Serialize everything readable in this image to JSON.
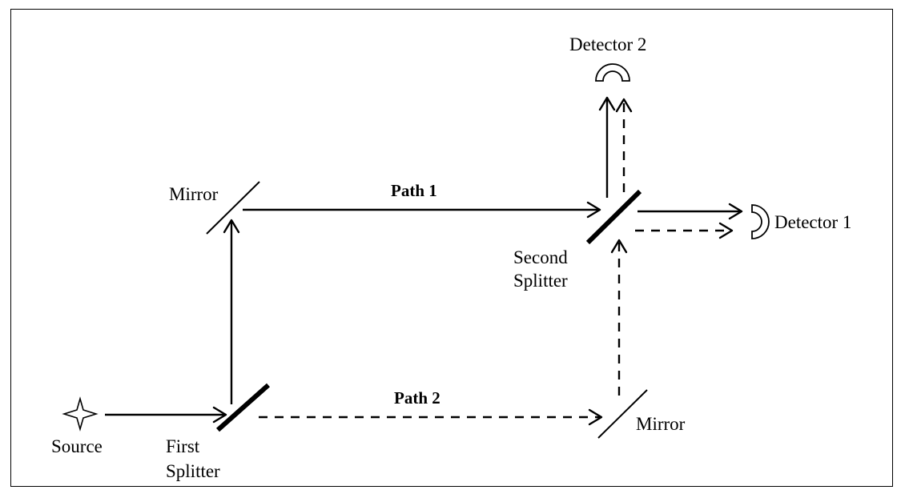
{
  "labels": {
    "source": "Source",
    "first_splitter_line1": "First",
    "first_splitter_line2": "Splitter",
    "second_splitter_line1": "Second",
    "second_splitter_line2": "Splitter",
    "mirror_top": "Mirror",
    "mirror_bottom": "Mirror",
    "path1": "Path 1",
    "path2": "Path 2",
    "detector1": "Detector 1",
    "detector2": "Detector 2"
  },
  "colors": {
    "stroke": "#000000",
    "background": "#ffffff"
  }
}
